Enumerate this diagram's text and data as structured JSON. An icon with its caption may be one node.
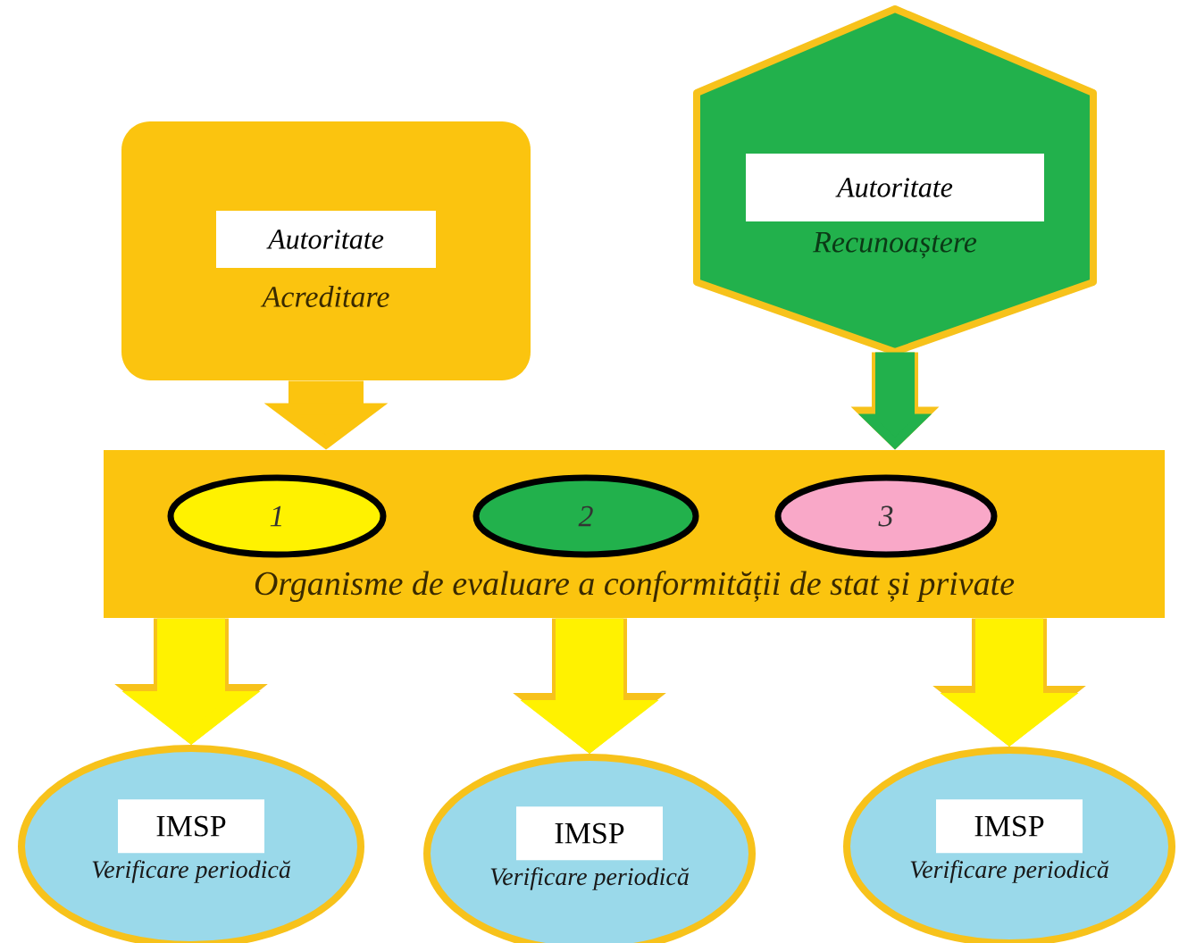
{
  "diagram": {
    "nodes": [
      {
        "text": [
          "Autoritate",
          "Acreditare"
        ]
      },
      {
        "text": [
          "Autoritate",
          "Recunoaștere"
        ]
      },
      {
        "text": [
          "Organisme de evaluare a conformității de stat și private"
        ]
      },
      {
        "text": [
          "1"
        ],
        "in": 2
      },
      {
        "text": [
          "2"
        ],
        "in": 2
      },
      {
        "text": [
          "3"
        ],
        "in": 2
      },
      {
        "text": [
          "IMSP",
          "Verificare periodică"
        ]
      },
      {
        "text": [
          "IMSP",
          "Verificare periodică"
        ]
      },
      {
        "text": [
          "IMSP",
          "Verificare periodică"
        ]
      }
    ],
    "edges": [
      {
        "from": 0,
        "to": 2,
        "arrow": "to",
        "color": "#fbc40f"
      },
      {
        "from": 1,
        "to": 2,
        "arrow": "to",
        "color": "#22b14c"
      },
      {
        "from": 2,
        "to": 6,
        "arrow": "to"
      },
      {
        "from": 2,
        "to": 7,
        "arrow": "to"
      },
      {
        "from": 2,
        "to": 8,
        "arrow": "to"
      }
    ]
  }
}
